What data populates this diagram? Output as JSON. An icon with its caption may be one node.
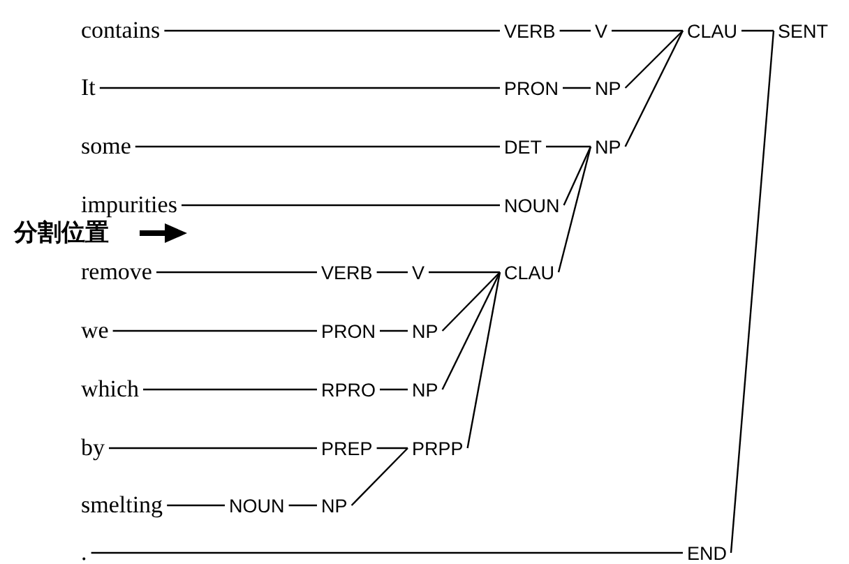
{
  "diagram": {
    "nodes": [
      {
        "text": [
          "contains"
        ]
      },
      {
        "text": [
          "VERB"
        ]
      },
      {
        "text": [
          "V"
        ]
      },
      {
        "text": [
          "CLAU"
        ]
      },
      {
        "text": [
          "SENT"
        ]
      },
      {
        "text": [
          "It"
        ]
      },
      {
        "text": [
          "PRON"
        ]
      },
      {
        "text": [
          "NP"
        ]
      },
      {
        "text": [
          "some"
        ]
      },
      {
        "text": [
          "DET"
        ]
      },
      {
        "text": [
          "NP"
        ]
      },
      {
        "text": [
          "impurities"
        ]
      },
      {
        "text": [
          "NOUN"
        ]
      },
      {
        "text": [
          "remove"
        ]
      },
      {
        "text": [
          "VERB"
        ]
      },
      {
        "text": [
          "V"
        ]
      },
      {
        "text": [
          "CLAU"
        ]
      },
      {
        "text": [
          "we"
        ]
      },
      {
        "text": [
          "PRON"
        ]
      },
      {
        "text": [
          "NP"
        ]
      },
      {
        "text": [
          "which"
        ]
      },
      {
        "text": [
          "RPRO"
        ]
      },
      {
        "text": [
          "NP"
        ]
      },
      {
        "text": [
          "by"
        ]
      },
      {
        "text": [
          "PREP"
        ]
      },
      {
        "text": [
          "PRPP"
        ]
      },
      {
        "text": [
          "smelting"
        ]
      },
      {
        "text": [
          "NOUN"
        ]
      },
      {
        "text": [
          "NP"
        ]
      },
      {
        "text": [
          "."
        ]
      },
      {
        "text": [
          "END"
        ]
      }
    ],
    "edges": [
      {
        "from": 0,
        "to": 1,
        "arrow": "none"
      },
      {
        "from": 1,
        "to": 2,
        "arrow": "none"
      },
      {
        "from": 2,
        "to": 3,
        "arrow": "none"
      },
      {
        "from": 3,
        "to": 4,
        "arrow": "none"
      },
      {
        "from": 5,
        "to": 6,
        "arrow": "none"
      },
      {
        "from": 6,
        "to": 7,
        "arrow": "none"
      },
      {
        "from": 7,
        "to": 3,
        "arrow": "none"
      },
      {
        "from": 8,
        "to": 9,
        "arrow": "none"
      },
      {
        "from": 9,
        "to": 10,
        "arrow": "none"
      },
      {
        "from": 10,
        "to": 3,
        "arrow": "none"
      },
      {
        "from": 11,
        "to": 12,
        "arrow": "none"
      },
      {
        "from": 12,
        "to": 10,
        "arrow": "none"
      },
      {
        "from": 13,
        "to": 14,
        "arrow": "none"
      },
      {
        "from": 14,
        "to": 15,
        "arrow": "none"
      },
      {
        "from": 15,
        "to": 16,
        "arrow": "none"
      },
      {
        "from": 16,
        "to": 10,
        "arrow": "none"
      },
      {
        "from": 17,
        "to": 18,
        "arrow": "none"
      },
      {
        "from": 18,
        "to": 19,
        "arrow": "none"
      },
      {
        "from": 19,
        "to": 16,
        "arrow": "none"
      },
      {
        "from": 20,
        "to": 21,
        "arrow": "none"
      },
      {
        "from": 21,
        "to": 22,
        "arrow": "none"
      },
      {
        "from": 22,
        "to": 16,
        "arrow": "none"
      },
      {
        "from": 23,
        "to": 24,
        "arrow": "none"
      },
      {
        "from": 24,
        "to": 25,
        "arrow": "none"
      },
      {
        "from": 25,
        "to": 16,
        "arrow": "none"
      },
      {
        "from": 26,
        "to": 27,
        "arrow": "none"
      },
      {
        "from": 27,
        "to": 28,
        "arrow": "none"
      },
      {
        "from": 28,
        "to": 25,
        "arrow": "none"
      },
      {
        "from": 29,
        "to": 30,
        "arrow": "none"
      },
      {
        "from": 30,
        "to": 4,
        "arrow": "none"
      }
    ],
    "labels": [
      "分割位置"
    ]
  }
}
